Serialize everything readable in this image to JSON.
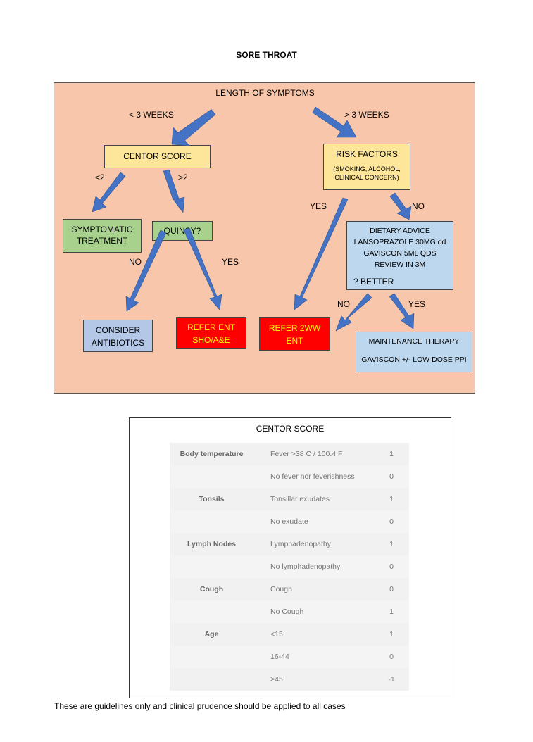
{
  "title": "SORE THROAT",
  "flowchart": {
    "root": "LENGTH OF SYMPTOMS",
    "branch_left": "< 3 WEEKS",
    "branch_right": "> 3 WEEKS",
    "centor_box": "CENTOR SCORE",
    "lt2": "<2",
    "gt2": ">2",
    "symptomatic": [
      "SYMPTOMATIC",
      "TREATMENT"
    ],
    "quinsy": "QUINSY?",
    "no_left": "NO",
    "yes_left": "YES",
    "consider": [
      "CONSIDER",
      "ANTIBIOTICS"
    ],
    "refer_ent": [
      "REFER ENT",
      "SHO/A&E"
    ],
    "risk_title": "RISK FACTORS",
    "risk_sub": [
      "(SMOKING, ALCOHOL,",
      "CLINICAL CONCERN)"
    ],
    "yes_right": "YES",
    "no_right": "NO",
    "dietary": [
      "DIETARY ADVICE",
      "LANSOPRAZOLE 30MG od",
      "GAVISCON 5ML QDS",
      "REVIEW IN 3M"
    ],
    "better": "? BETTER",
    "no_bottom": "NO",
    "yes_bottom": "YES",
    "refer_2ww": [
      "REFER 2WW",
      "ENT"
    ],
    "maintenance": [
      "MAINTENANCE THERAPY",
      "GAVISCON +/- LOW DOSE PPI"
    ],
    "colors": {
      "background": "#f8c7ab",
      "arrow": "#4472c4",
      "yellow_box": "#fde699",
      "green_box": "#a9d18e",
      "red_box": "#ff0000",
      "red_text": "#ffff00",
      "blue_box": "#bdd7ee"
    }
  },
  "centor": {
    "title": "CENTOR SCORE",
    "rows": [
      {
        "factor": "Body temperature",
        "desc": "Fever >38 C / 100.4 F",
        "points": "1"
      },
      {
        "factor": "",
        "desc": "No fever nor feverishness",
        "points": "0"
      },
      {
        "factor": "Tonsils",
        "desc": "Tonsillar exudates",
        "points": "1"
      },
      {
        "factor": "",
        "desc": "No exudate",
        "points": "0"
      },
      {
        "factor": "Lymph Nodes",
        "desc": "Lymphadenopathy",
        "points": "1"
      },
      {
        "factor": "",
        "desc": "No lymphadenopathy",
        "points": "0"
      },
      {
        "factor": "Cough",
        "desc": "Cough",
        "points": "0"
      },
      {
        "factor": "",
        "desc": "No Cough",
        "points": "1"
      },
      {
        "factor": "Age",
        "desc": "<15",
        "points": "1"
      },
      {
        "factor": "",
        "desc": "16-44",
        "points": "0"
      },
      {
        "factor": "",
        "desc": ">45",
        "points": "-1"
      }
    ]
  },
  "footer": "These are guidelines only and clinical prudence should be applied to all cases"
}
